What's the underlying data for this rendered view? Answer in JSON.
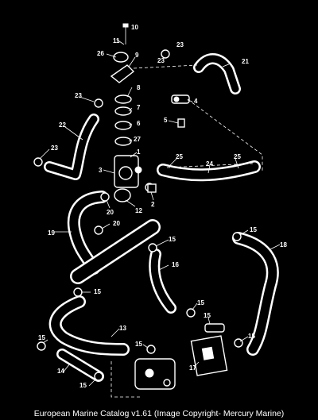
{
  "caption": "European Marine Catalog v1.61 (Image Copyright- Mercury Marine)",
  "callouts": [
    "10",
    "11",
    "26",
    "9",
    "23",
    "23",
    "21",
    "8",
    "23",
    "7",
    "6",
    "27",
    "5",
    "4",
    "1",
    "22",
    "23",
    "25",
    "25",
    "24",
    "3",
    "2",
    "20",
    "12",
    "20",
    "19",
    "15",
    "15",
    "18",
    "16",
    "15",
    "15",
    "15",
    "13",
    "15",
    "15",
    "15",
    "14",
    "17",
    "15"
  ]
}
